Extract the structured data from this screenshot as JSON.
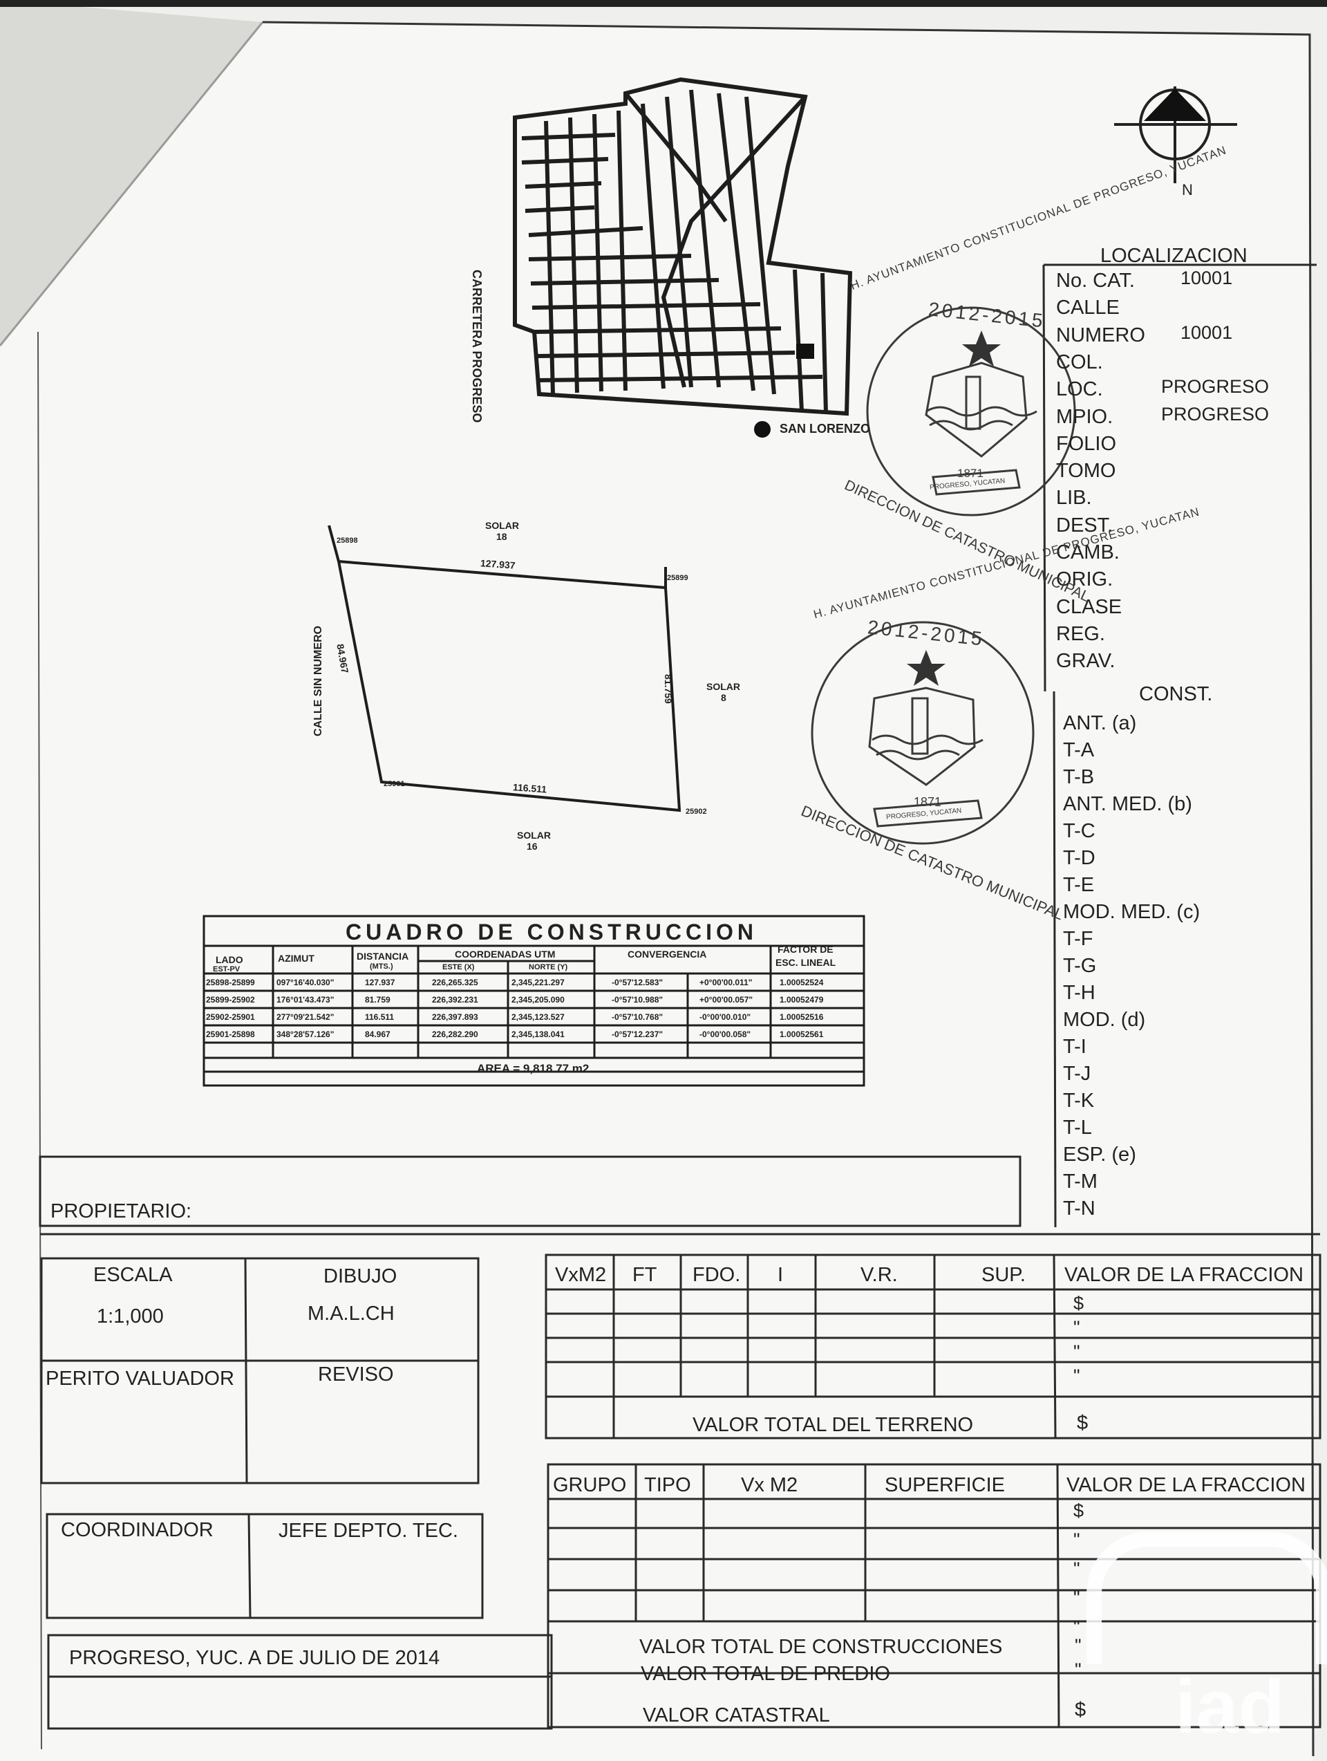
{
  "north_label": "N",
  "map": {
    "road_label": "CARRETERA PROGRESO",
    "place_label": "SAN LORENZO"
  },
  "plot": {
    "street_label": "CALLE SIN NUMERO",
    "neighbors": {
      "north": [
        "SOLAR",
        "18"
      ],
      "east": [
        "SOLAR",
        "8"
      ],
      "south": [
        "SOLAR",
        "16"
      ]
    },
    "vertices": {
      "nw": "25898",
      "ne": "25899",
      "se": "25902",
      "sw": "25901"
    },
    "sides": {
      "north": "127.937",
      "east": "81.759",
      "south": "116.511",
      "west": "84.967"
    }
  },
  "cuadro": {
    "title": "CUADRO DE CONSTRUCCION",
    "headers": {
      "lado": "LADO",
      "lado_sub": "EST-PV",
      "azimut": "AZIMUT",
      "distancia": "DISTANCIA",
      "distancia_sub": "(MTS.)",
      "coord": "COORDENADAS UTM",
      "este": "ESTE (X)",
      "norte": "NORTE (Y)",
      "convergencia": "CONVERGENCIA",
      "factor": "FACTOR DE",
      "factor_sub": "ESC. LINEAL"
    },
    "rows": [
      {
        "lado": "25898-25899",
        "azimut": "097°16'40.030\"",
        "dist": "127.937",
        "este": "226,265.325",
        "norte": "2,345,221.297",
        "conv": "-0°57'12.583\"",
        "conv2": "+0°00'00.011\"",
        "factor": "1.00052524"
      },
      {
        "lado": "25899-25902",
        "azimut": "176°01'43.473\"",
        "dist": "81.759",
        "este": "226,392.231",
        "norte": "2,345,205.090",
        "conv": "-0°57'10.988\"",
        "conv2": "+0°00'00.057\"",
        "factor": "1.00052479"
      },
      {
        "lado": "25902-25901",
        "azimut": "277°09'21.542\"",
        "dist": "116.511",
        "este": "226,397.893",
        "norte": "2,345,123.527",
        "conv": "-0°57'10.768\"",
        "conv2": "-0°00'00.010\"",
        "factor": "1.00052516"
      },
      {
        "lado": "25901-25898",
        "azimut": "348°28'57.126\"",
        "dist": "84.967",
        "este": "226,282.290",
        "norte": "2,345,138.041",
        "conv": "-0°57'12.237\"",
        "conv2": "-0°00'00.058\"",
        "factor": "1.00052561"
      }
    ],
    "area": "AREA = 9,818.77 m2"
  },
  "localizacion": {
    "title": "LOCALIZACION",
    "rows": [
      {
        "label": "No. CAT.",
        "value": "10001"
      },
      {
        "label": "CALLE",
        "value": ""
      },
      {
        "label": "NUMERO",
        "value": "10001"
      },
      {
        "label": "COL.",
        "value": ""
      },
      {
        "label": "LOC.",
        "value": "PROGRESO"
      },
      {
        "label": "MPIO.",
        "value": "PROGRESO"
      },
      {
        "label": "FOLIO",
        "value": ""
      },
      {
        "label": "TOMO",
        "value": ""
      },
      {
        "label": "LIB.",
        "value": ""
      },
      {
        "label": "DEST.",
        "value": ""
      },
      {
        "label": "CAMB.",
        "value": ""
      },
      {
        "label": "ORIG.",
        "value": ""
      },
      {
        "label": "CLASE",
        "value": ""
      },
      {
        "label": "REG.",
        "value": ""
      },
      {
        "label": "GRAV.",
        "value": ""
      }
    ],
    "const_title": "CONST.",
    "const_rows": [
      "ANT. (a)",
      "T-A",
      "T-B",
      "ANT. MED. (b)",
      "T-C",
      "T-D",
      "T-E",
      "MOD. MED. (c)",
      "T-F",
      "T-G",
      "T-H",
      "MOD. (d)",
      "T-I",
      "T-J",
      "T-K",
      "T-L",
      "ESP. (e)",
      "T-M",
      "T-N"
    ]
  },
  "propietario_label": "PROPIETARIO:",
  "left_boxes": {
    "escala_label": "ESCALA",
    "escala_value": "1:1,000",
    "dibujo_label": "DIBUJO",
    "dibujo_value": "M.A.L.CH",
    "perito_label": "PERITO VALUADOR",
    "reviso_label": "REVISO",
    "coordinador_label": "COORDINADOR",
    "jefe_label": "JEFE DEPTO. TEC.",
    "lugar_fecha": "PROGRESO, YUC. A  DE JULIO  DE 2014"
  },
  "terreno": {
    "headers": [
      "VxM2",
      "FT",
      "FDO.",
      "I",
      "V.R.",
      "SUP.",
      "VALOR DE LA FRACCION"
    ],
    "fraccion_marks": [
      "$",
      "\"",
      "\"",
      "\""
    ],
    "total_label": "VALOR TOTAL DEL TERRENO",
    "total_mark": "$"
  },
  "construcciones": {
    "headers": [
      "GRUPO",
      "TIPO",
      "Vx M2",
      "SUPERFICIE",
      "VALOR DE LA FRACCION"
    ],
    "fraccion_marks": [
      "$",
      "\"",
      "\"",
      "\"",
      "\""
    ],
    "total_const_label": "VALOR TOTAL DE CONSTRUCCIONES",
    "total_predio_label": "VALOR TOTAL DE PREDIO",
    "catastral_label": "VALOR CATASTRAL",
    "marks": [
      "\"",
      "\"",
      "$"
    ]
  },
  "stamp": {
    "outer_text": "H. AYUNTAMIENTO CONSTITUCIONAL DE PROGRESO, YUCATAN",
    "years": "2012-2015",
    "lower_text": "DIRECCION DE CATASTRO MUNICIPAL",
    "seal_year": "1871",
    "seal_banner": "PROGRESO, YUCATAN"
  },
  "watermark": "iad",
  "colors": {
    "ink": "#1e1e1e",
    "paper": "#f1f1ef",
    "stamp": "#3a3a3a"
  }
}
